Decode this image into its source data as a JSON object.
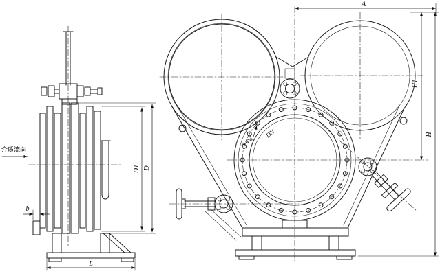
{
  "drawing": {
    "left": {
      "flow_label": "介质流向",
      "dim_d1": "D1",
      "dim_d": "D",
      "dim_l": "L",
      "dim_b": "b"
    },
    "right": {
      "dim_a": "A",
      "dim_h1": "H1",
      "dim_h": "H",
      "note_bolts": "n-Φd",
      "note_dn": "DN"
    }
  }
}
